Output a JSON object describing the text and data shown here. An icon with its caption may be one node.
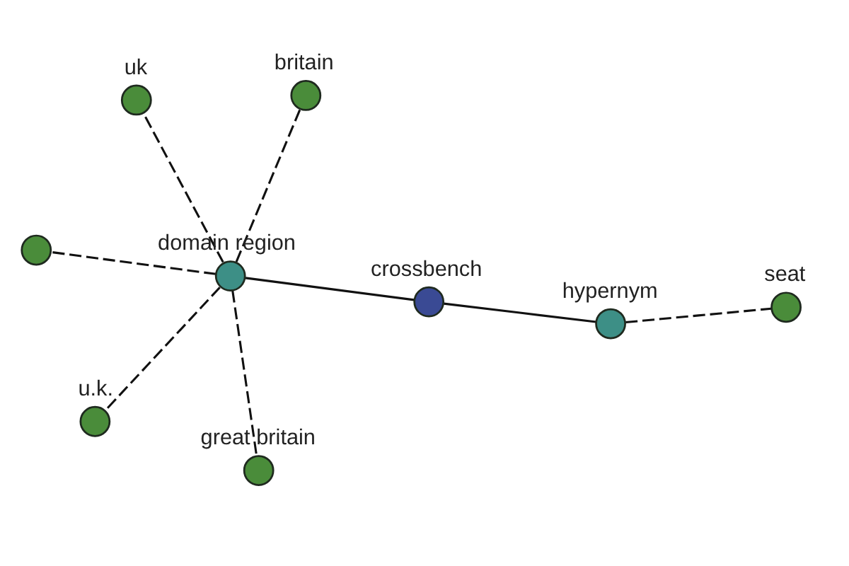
{
  "diagram": {
    "nodes": [
      {
        "text": [],
        "shape": "circle"
      },
      {
        "text": [
          "britain"
        ]
      },
      {
        "text": [
          "great britain"
        ]
      },
      {
        "text": [
          "uk"
        ]
      },
      {
        "text": [
          "domain region"
        ]
      },
      {
        "text": [
          "seat"
        ]
      },
      {
        "text": [
          "u.k."
        ]
      },
      {
        "text": [
          "hypernym"
        ]
      },
      {
        "text": [
          "crossbench"
        ]
      }
    ],
    "edges": [
      {
        "from": 4,
        "to": 0,
        "arrow": "none",
        "style": "dashed"
      },
      {
        "from": 4,
        "to": 1,
        "arrow": "none",
        "style": "dashed"
      },
      {
        "from": 4,
        "to": 2,
        "arrow": "none",
        "style": "dashed"
      },
      {
        "from": 4,
        "to": 3,
        "arrow": "none",
        "style": "dashed"
      },
      {
        "from": 4,
        "to": 6,
        "arrow": "none",
        "style": "dashed"
      },
      {
        "from": 8,
        "to": 4,
        "arrow": "none"
      },
      {
        "from": 8,
        "to": 7,
        "arrow": "none"
      },
      {
        "from": 7,
        "to": 5,
        "arrow": "none",
        "style": "dashed"
      }
    ]
  }
}
